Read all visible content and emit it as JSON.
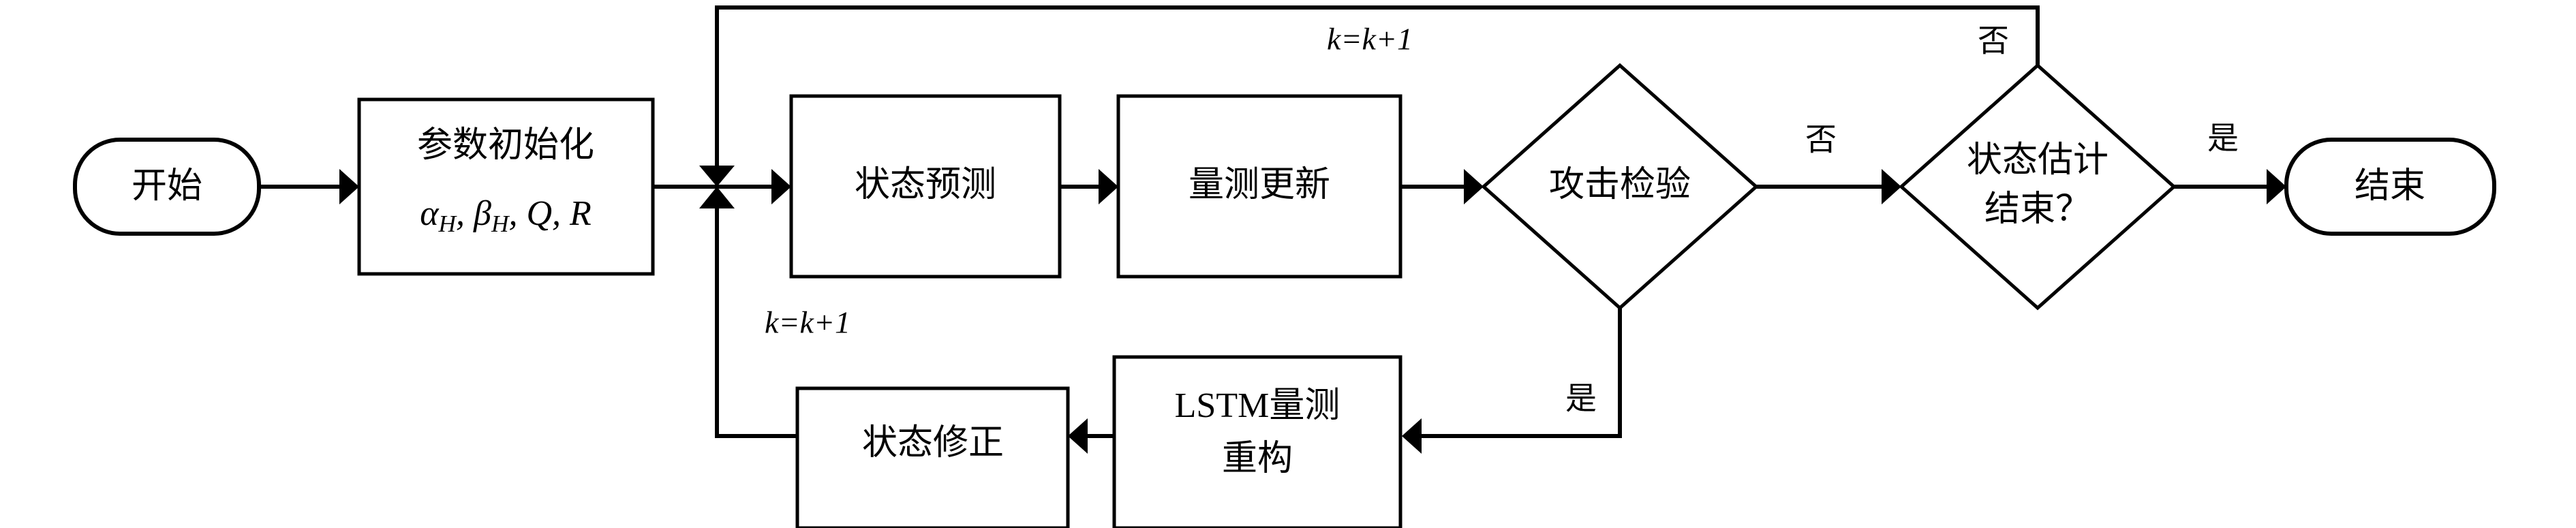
{
  "diagram": {
    "type": "flowchart",
    "orientation": "left-to-right",
    "language": "zh-CN",
    "background_color": "#ffffff",
    "line_color": "#000000",
    "nodes": {
      "start": {
        "id": "start",
        "shape": "terminal-rounded",
        "label": "开始"
      },
      "init": {
        "id": "init",
        "shape": "rectangle",
        "label_line1": "参数初始化",
        "label_line2_parts": {
          "alpha": "α",
          "alpha_sub": "H",
          "sep1": ", ",
          "beta": "β",
          "beta_sub": "H",
          "sep2": ", ",
          "q": "Q",
          "sep3": ", ",
          "r": "R"
        },
        "label_line2_plain": "αH, βH, Q, R"
      },
      "state_predict": {
        "id": "state_predict",
        "shape": "rectangle",
        "label": "状态预测"
      },
      "meas_update": {
        "id": "meas_update",
        "shape": "rectangle",
        "label": "量测更新"
      },
      "attack_detect": {
        "id": "attack_detect",
        "shape": "diamond",
        "label": "攻击检验"
      },
      "estimation_done": {
        "id": "estimation_done",
        "shape": "diamond",
        "label_line1": "状态估计",
        "label_line2": "结束？"
      },
      "end": {
        "id": "end",
        "shape": "terminal-rounded",
        "label": "结束"
      },
      "lstm_reconstruct": {
        "id": "lstm_reconstruct",
        "shape": "rectangle",
        "label_line1": "LSTM量测",
        "label_line2": "重构"
      },
      "state_correct": {
        "id": "state_correct",
        "shape": "rectangle",
        "label": "状态修正"
      }
    },
    "edge_labels": {
      "top_loop_increment": "k=k+1",
      "bottom_loop_increment": "k=k+1",
      "attack_detect_no": "否",
      "attack_detect_yes": "是",
      "estimation_done_no": "否",
      "estimation_done_yes": "是"
    },
    "edges": [
      {
        "from": "start",
        "to": "init",
        "label": ""
      },
      {
        "from": "init",
        "to": "state_predict",
        "label": ""
      },
      {
        "from": "state_predict",
        "to": "meas_update",
        "label": ""
      },
      {
        "from": "meas_update",
        "to": "attack_detect",
        "label": ""
      },
      {
        "from": "attack_detect",
        "to": "estimation_done",
        "label": "否"
      },
      {
        "from": "attack_detect",
        "to": "lstm_reconstruct",
        "label": "是"
      },
      {
        "from": "lstm_reconstruct",
        "to": "state_correct",
        "label": ""
      },
      {
        "from": "state_correct",
        "to": "state_predict",
        "label": "k=k+1"
      },
      {
        "from": "estimation_done",
        "to": "end",
        "label": "是"
      },
      {
        "from": "estimation_done",
        "to": "state_predict",
        "label": "否 / k=k+1"
      }
    ]
  }
}
